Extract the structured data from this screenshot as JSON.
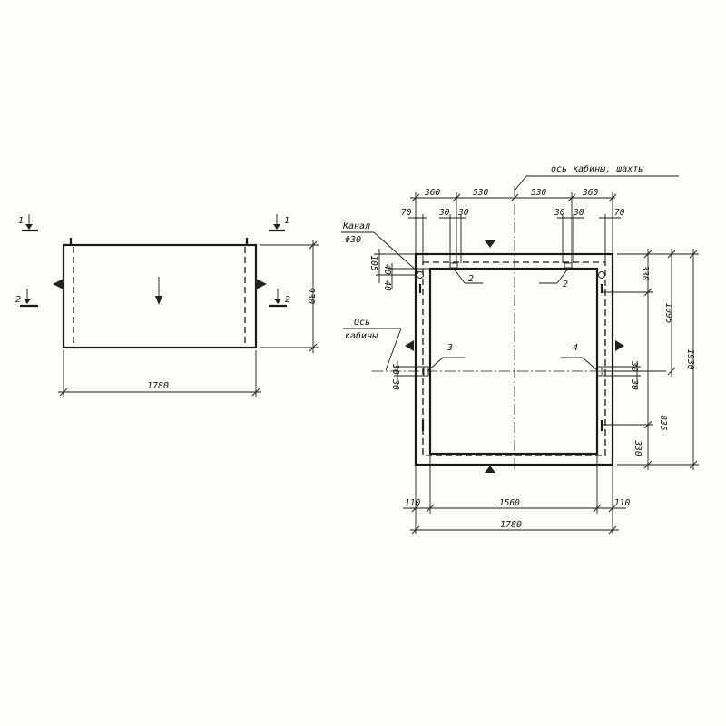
{
  "left_view": {
    "section_1_label": "1",
    "section_1_label_right": "1",
    "section_2_label": "2",
    "section_2_label_right": "2",
    "dim_width": "1780",
    "dim_height": "930"
  },
  "right_view": {
    "axis_label": "ось кабины, шахты",
    "channel_label": "Канал",
    "channel_diameter": "Φ30",
    "cabin_axis_line1": "Ось",
    "cabin_axis_line2": "кабины",
    "top_dims": [
      "360",
      "530",
      "530",
      "360"
    ],
    "top_small_dims": [
      "70",
      "30",
      "30",
      "30",
      "30",
      "70"
    ],
    "left_dims": [
      "105",
      "40",
      "40",
      "30",
      "30"
    ],
    "right_dims": [
      "330",
      "1095",
      "1930",
      "30",
      "30",
      "835",
      "330"
    ],
    "bottom_dims": [
      "110",
      "1560",
      "110"
    ],
    "bottom_total": "1780",
    "callouts": [
      "2",
      "2",
      "3",
      "4"
    ]
  }
}
